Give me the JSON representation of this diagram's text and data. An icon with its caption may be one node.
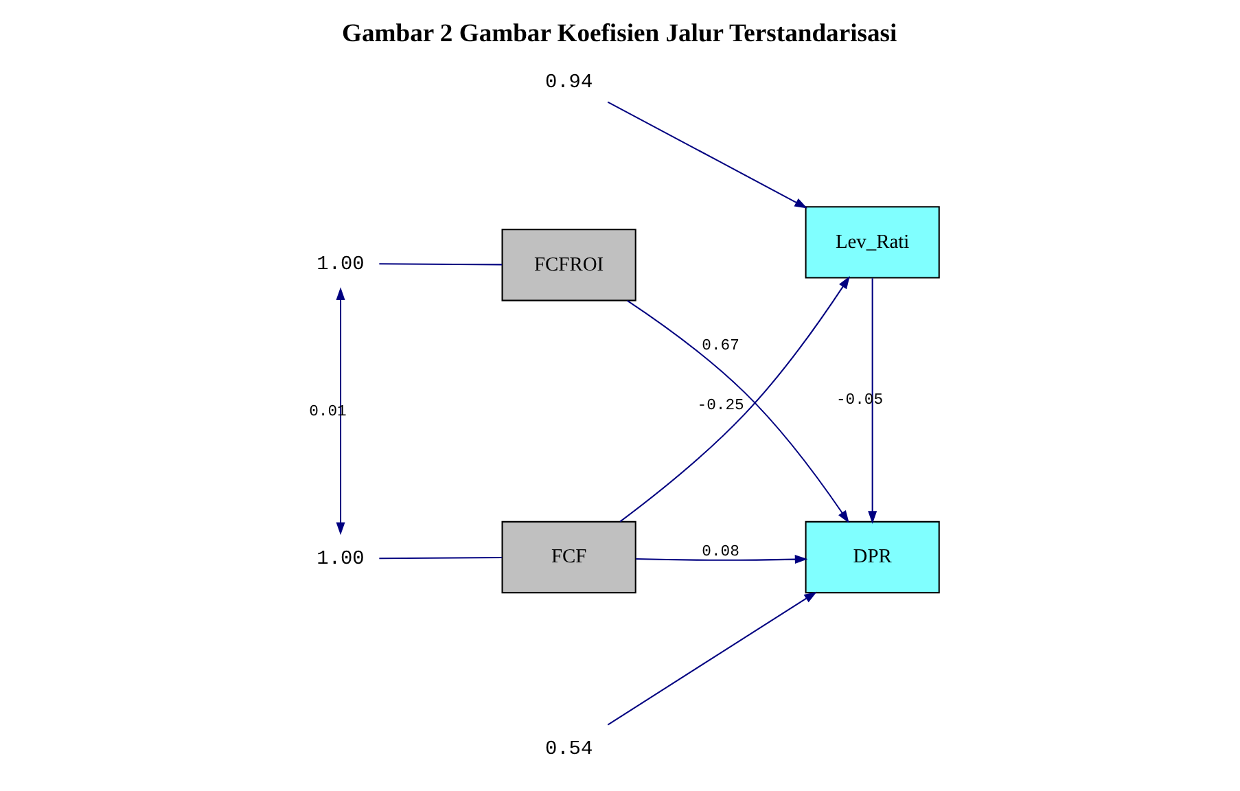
{
  "diagram": {
    "title": "Gambar 2 Gambar Koefisien Jalur Terstandarisasi",
    "nodes": [
      {
        "text": [
          "1.00"
        ]
      },
      {
        "text": [
          "FCFROI"
        ]
      },
      {
        "text": [
          "Lev_Rati"
        ]
      },
      {
        "text": [
          "0.94"
        ]
      },
      {
        "text": [
          "1.00"
        ]
      },
      {
        "text": [
          "FCF"
        ]
      },
      {
        "text": [
          "DPR"
        ]
      },
      {
        "text": [
          "0.54"
        ]
      }
    ],
    "edges": [
      {
        "from": 0,
        "to": 1,
        "arrow": "none"
      },
      {
        "from": 4,
        "to": 5,
        "arrow": "none"
      },
      {
        "from": 0,
        "to": 4,
        "arrow": "both",
        "label": "0.01"
      },
      {
        "from": 1,
        "to": 6,
        "arrow": "to",
        "label": "0.67"
      },
      {
        "from": 5,
        "to": 2,
        "arrow": "to",
        "label": "-0.25"
      },
      {
        "from": 2,
        "to": 6,
        "arrow": "to",
        "label": "-0.05"
      },
      {
        "from": 5,
        "to": 6,
        "arrow": "to",
        "label": "0.08"
      },
      {
        "from": 3,
        "to": 2,
        "arrow": "to"
      },
      {
        "from": 7,
        "to": 6,
        "arrow": "to"
      }
    ]
  }
}
